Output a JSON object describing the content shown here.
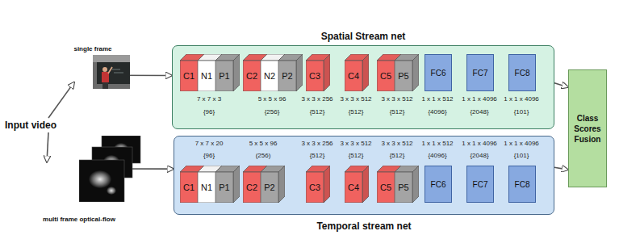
{
  "diagram": {
    "nodes": [
      {
        "text": [
          "Input video"
        ]
      },
      {
        "text": [
          "single frame"
        ]
      },
      {
        "text": [
          "Spatial Stream net"
        ]
      },
      {
        "text": [
          "C1"
        ],
        "in": 2
      },
      {
        "text": [
          "N1"
        ],
        "in": 2
      },
      {
        "text": [
          "P1"
        ],
        "in": 2
      },
      {
        "text": [
          "C2"
        ],
        "in": 2
      },
      {
        "text": [
          "N2"
        ],
        "in": 2
      },
      {
        "text": [
          "P2"
        ],
        "in": 2
      },
      {
        "text": [
          "C3"
        ],
        "in": 2
      },
      {
        "text": [
          "C4"
        ],
        "in": 2
      },
      {
        "text": [
          "C5"
        ],
        "in": 2
      },
      {
        "text": [
          "P5"
        ],
        "in": 2
      },
      {
        "text": [
          "FC6"
        ],
        "in": 2
      },
      {
        "text": [
          "FC7"
        ],
        "in": 2
      },
      {
        "text": [
          "FC8"
        ],
        "in": 2
      },
      {
        "text": [
          "multi frame optical-flow"
        ]
      },
      {
        "text": [
          "Temporal stream net"
        ]
      },
      {
        "text": [
          "C1"
        ],
        "in": 17
      },
      {
        "text": [
          "N1"
        ],
        "in": 17
      },
      {
        "text": [
          "P1"
        ],
        "in": 17
      },
      {
        "text": [
          "C2"
        ],
        "in": 17
      },
      {
        "text": [
          "P2"
        ],
        "in": 17
      },
      {
        "text": [
          "C3"
        ],
        "in": 17
      },
      {
        "text": [
          "C4"
        ],
        "in": 17
      },
      {
        "text": [
          "C5"
        ],
        "in": 17
      },
      {
        "text": [
          "P5"
        ],
        "in": 17
      },
      {
        "text": [
          "FC6"
        ],
        "in": 17
      },
      {
        "text": [
          "FC7"
        ],
        "in": 17
      },
      {
        "text": [
          "FC8"
        ],
        "in": 17
      },
      {
        "text": [
          "Class Scores Fusion"
        ]
      }
    ],
    "edges": [
      {
        "from": 0,
        "to": 1,
        "arrow": "to"
      },
      {
        "from": 1,
        "to": 2,
        "arrow": "to"
      },
      {
        "from": 0,
        "to": 16,
        "arrow": "to"
      },
      {
        "from": 16,
        "to": 17,
        "arrow": "to"
      },
      {
        "from": 2,
        "to": 30,
        "arrow": "to"
      },
      {
        "from": 17,
        "to": 30,
        "arrow": "to"
      }
    ],
    "labels": [
      "7 x 7 x 3",
      "5 x 5 x 96",
      "3 x 3 x 256",
      "3 x 3 x 512",
      "3 x 3 x 512",
      "1 x 1 x 512",
      "1 x 1 x 4096",
      "1 x 1 x 4096",
      "{96}",
      "{256}",
      "{512}",
      "{512}",
      "{512}",
      "{4096}",
      "{2048}",
      "{101}",
      "7 x 7 x 20",
      "5 x 5 x 96",
      "3 x 3 x 256",
      "3 x 3 x 512",
      "3 x 3 x 512",
      "1 x 1 x 512",
      "1 x 1 x 4096",
      "1 x 1 x 4096",
      "{96}",
      "(256)",
      "{512}",
      "{512}",
      "{512}",
      "{4096}",
      "{2048}",
      "{101}"
    ]
  }
}
